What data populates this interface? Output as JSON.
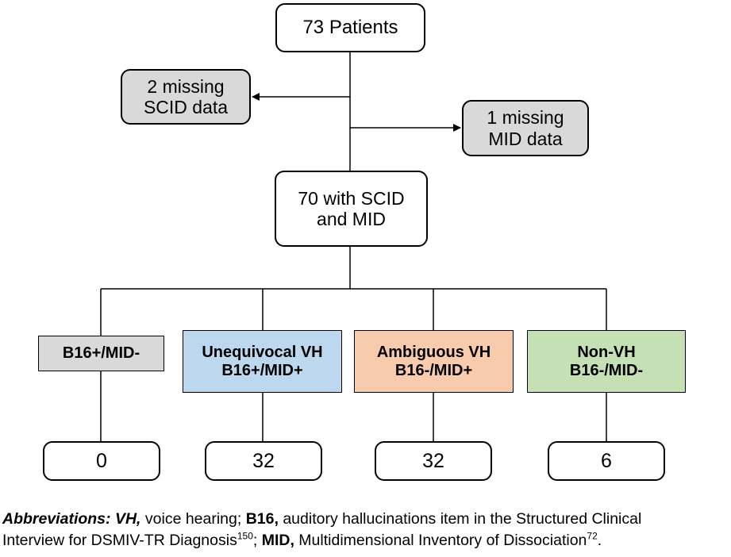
{
  "flowchart": {
    "top": "73 Patients",
    "missing_scid": [
      "2 missing",
      "SCID data"
    ],
    "missing_mid": [
      "1 missing",
      "MID data"
    ],
    "included": [
      "70 with SCID",
      "and MID"
    ],
    "categories": [
      {
        "lines": [
          "B16+/MID-"
        ],
        "count": "0",
        "color": "#d9d9d9"
      },
      {
        "lines": [
          "Unequivocal VH",
          "B16+/MID+"
        ],
        "count": "32",
        "color": "#bdd7ee"
      },
      {
        "lines": [
          "Ambiguous VH",
          "B16-/MID+"
        ],
        "count": "32",
        "color": "#f8cbad"
      },
      {
        "lines": [
          "Non-VH",
          "B16-/MID-"
        ],
        "count": "6",
        "color": "#c5e0b4"
      }
    ]
  },
  "footnote": {
    "abbreviations_label": "Abbreviations:",
    "vh_term": "VH,",
    "vh_def": " voice hearing; ",
    "b16_term": "B16,",
    "b16_def": " auditory hallucinations item in the Structured Clinical",
    "line2_start": "Interview for DSMIV-TR Diagnosis",
    "ref1": "150",
    "sep": "; ",
    "mid_term": "MID,",
    "mid_def": " Multidimensional Inventory of Dissociation",
    "ref2": "72",
    "end": "."
  }
}
